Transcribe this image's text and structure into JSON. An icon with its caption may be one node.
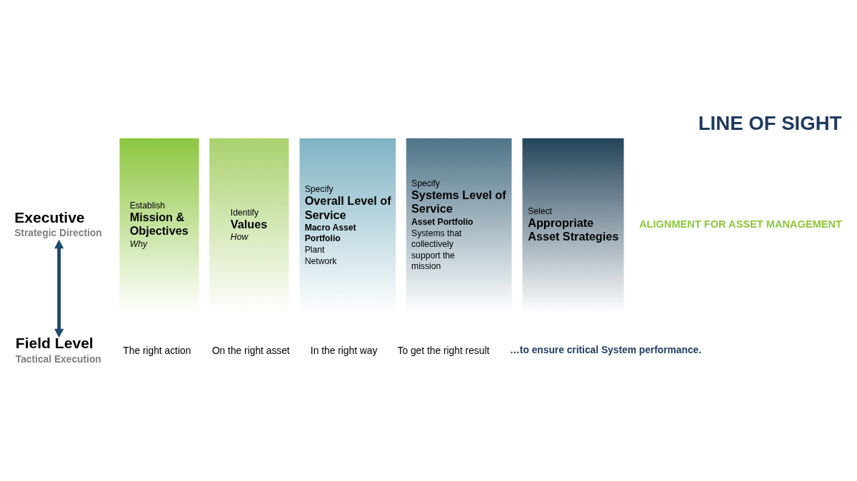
{
  "diagram": {
    "title": "LINE OF SIGHT",
    "nodes": [
      {
        "text": [
          "Executive",
          "Strategic Direction"
        ]
      },
      {
        "text": [
          "Establish",
          "Mission & Objectives",
          "Why"
        ]
      },
      {
        "text": [
          "Identify",
          "Values",
          "How"
        ]
      },
      {
        "text": [
          "Specify",
          "Overall Level of Service",
          "Macro Asset Portfolio",
          "Plant",
          "Network"
        ]
      },
      {
        "text": [
          "Specify",
          "Systems Level of Service",
          "Asset Portfolio",
          "Systems that collectively support the mission"
        ]
      },
      {
        "text": [
          "Select",
          "Appropriate Asset Strategies"
        ]
      },
      {
        "text": [
          "Field Level",
          "Tactical Execution"
        ]
      }
    ],
    "edges": [
      {
        "from": 0,
        "to": 6,
        "arrow": "both"
      }
    ],
    "labels": [
      "ALIGNMENT FOR ASSET MANAGEMENT",
      "The right action",
      "On the right asset",
      "In the right way",
      "To get the right result",
      "…to ensure critical System performance."
    ]
  }
}
